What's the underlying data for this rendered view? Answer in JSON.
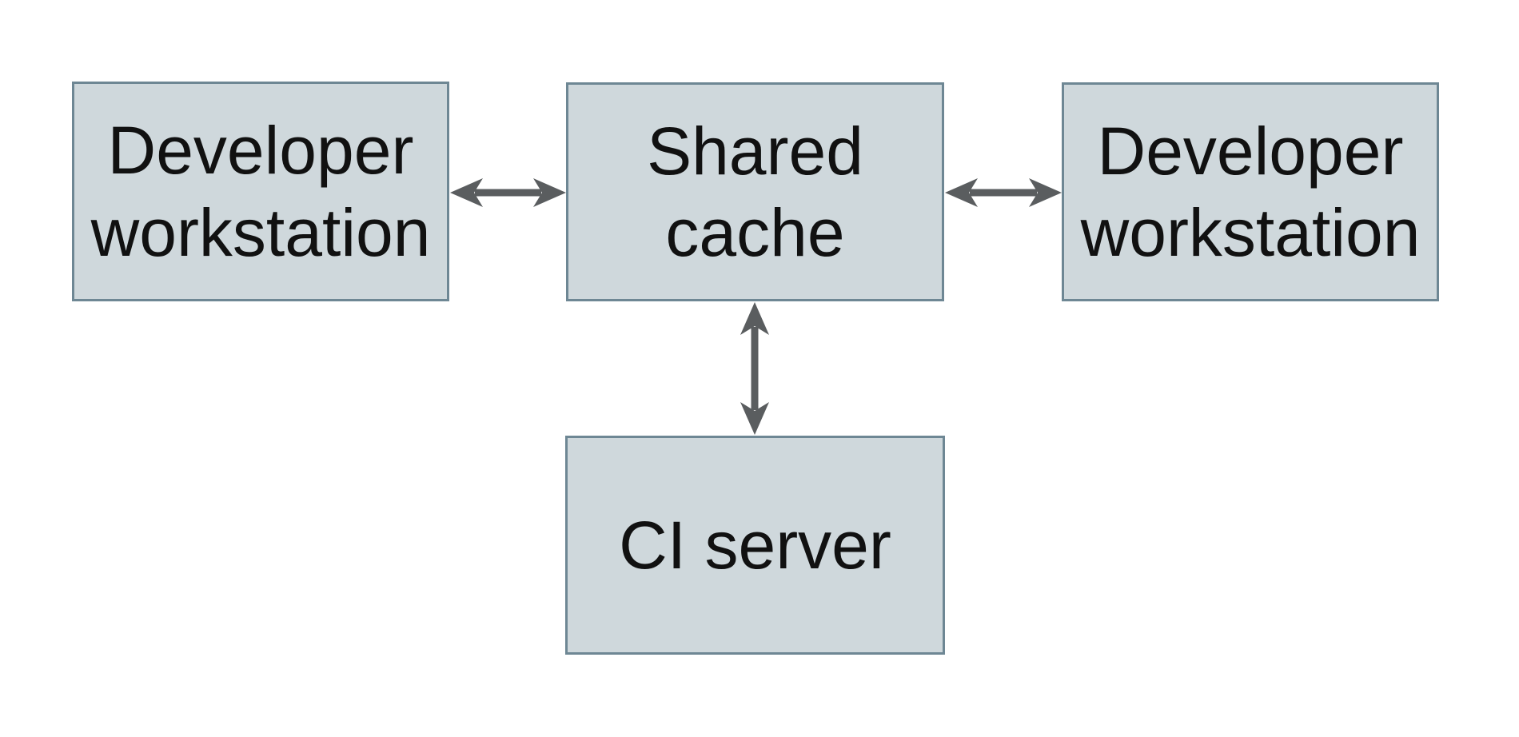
{
  "diagram": {
    "type": "architecture-diagram",
    "colors": {
      "page_bg": "#ffffff",
      "box_fill": "#cfd8dc",
      "box_border": "#6e8794",
      "arrow": "#5a5d5f",
      "text": "#111111"
    },
    "nodes": [
      {
        "id": "developer-workstation-left",
        "lines": [
          "Developer",
          "workstation"
        ]
      },
      {
        "id": "shared-cache",
        "lines": [
          "Shared",
          "cache"
        ]
      },
      {
        "id": "developer-workstation-right",
        "lines": [
          "Developer",
          "workstation"
        ]
      },
      {
        "id": "ci-server",
        "lines": [
          "CI server"
        ]
      }
    ],
    "edges": [
      {
        "id": "dev-left--shared-cache",
        "from": "developer-workstation-left",
        "to": "shared-cache",
        "style": "double-headed-arrow",
        "orientation": "horizontal"
      },
      {
        "id": "shared-cache--dev-right",
        "from": "shared-cache",
        "to": "developer-workstation-right",
        "style": "double-headed-arrow",
        "orientation": "horizontal"
      },
      {
        "id": "shared-cache--ci-server",
        "from": "shared-cache",
        "to": "ci-server",
        "style": "double-headed-arrow",
        "orientation": "vertical"
      }
    ]
  }
}
